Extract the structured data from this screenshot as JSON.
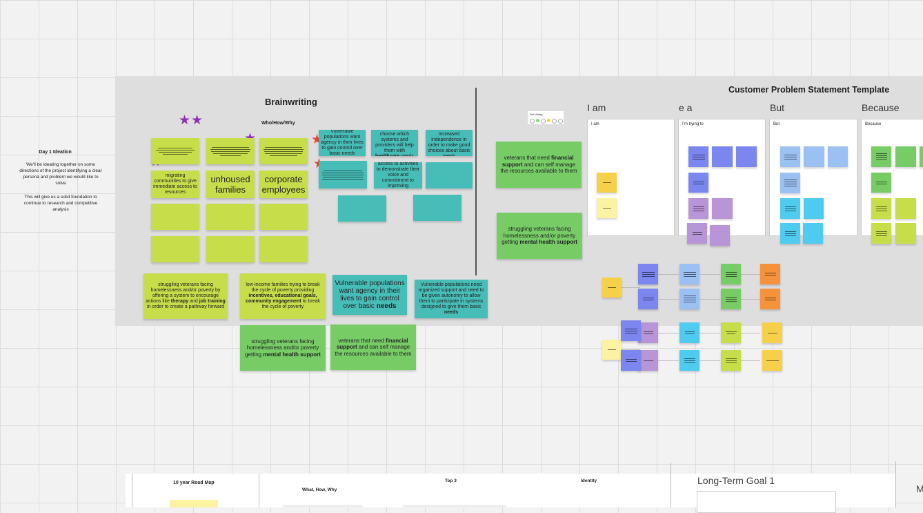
{
  "ideation": {
    "title": "Day 1 Ideation",
    "para1": "We'll be ideating together on some directions of the project identifying a clear persona and problem we would like to solve",
    "para2": "This will give us a solid foundation to continue to research and competitive analysis"
  },
  "brainwriting": {
    "title": "Brainwriting",
    "subtitle": "Who/How/Why",
    "row2": [
      "migrating communities to give immediate access to resources",
      "unhoused families",
      "corporate employees"
    ],
    "teal_top": [
      "Vulnerable populations want agency in their lives to gain control over basic needs",
      "Veterans want to choose which systems and providers will help them with",
      "Veterans need increased independence in order to make good choices about basic needs"
    ],
    "teal_top_bold": "healthcare",
    "teal_top_tail": "needs",
    "teal_mid": "Homeless populations need access to activities to demonstrate their voice and commitment to improving engagement in services",
    "cluster_sticky": "veterans that need",
    "cluster_bold": "financial support",
    "cluster_tail": "and can self manage the resources available to them",
    "cluster2_pre": "struggling veterans facing homelessness and/or poverty getting",
    "cluster2_bold": "mental health support"
  },
  "bottom_row": {
    "s1_pre": "struggling veterans facing homelessness and/or poverty by offering a system to encourage actions like",
    "s1_b1": "therapy",
    "s1_mid": "and",
    "s1_b2": "job training",
    "s1_tail": "in order to create a pathway forward",
    "s2_pre": "low-income families trying to break the cycle of poverty providing",
    "s2_b1": "incentives, educational goals, community engagement",
    "s2_tail": "to break the cycle of poverty",
    "s3_pre": "Vulnerable populations want agency in their lives to gain control over basic",
    "s3_bold": "needs",
    "s4_pre": "Vulnerable populations need organized support and need to be given autonomy to allow them to participate in systems designed to give them basic",
    "s4_bold": "needs",
    "s5_pre": "struggling veterans facing homelessness and/or poverty getting",
    "s5_bold": "mental health support",
    "s6_pre": "veterans that need",
    "s6_bold": "financial support",
    "s6_tail": "and can self manage the resources available to them"
  },
  "template": {
    "title": "Customer Problem Statement Template",
    "columns": [
      "I am",
      "e a",
      "But",
      "Because"
    ],
    "cards": [
      "I am",
      "I'm trying to",
      "But",
      "Because"
    ],
    "voting_label": "Dot Voting"
  },
  "bottom_frames": {
    "roadmap": "10 year Road Map",
    "what": "What, How, Why",
    "top3": "Top 3",
    "identity": "Identity",
    "goal": "Long-Term Goal 1",
    "cut": "M"
  },
  "colors": {
    "lime": "#c7dd4a",
    "green": "#77cc66",
    "teal": "#47bdb8",
    "yellow": "#f7d04a",
    "blue": "#7b86ee",
    "cyan": "#4fcbf0",
    "purple": "#b895d6",
    "orange": "#f5923b",
    "star_purple": "#8e2fb5",
    "star_red": "#e8432e"
  }
}
